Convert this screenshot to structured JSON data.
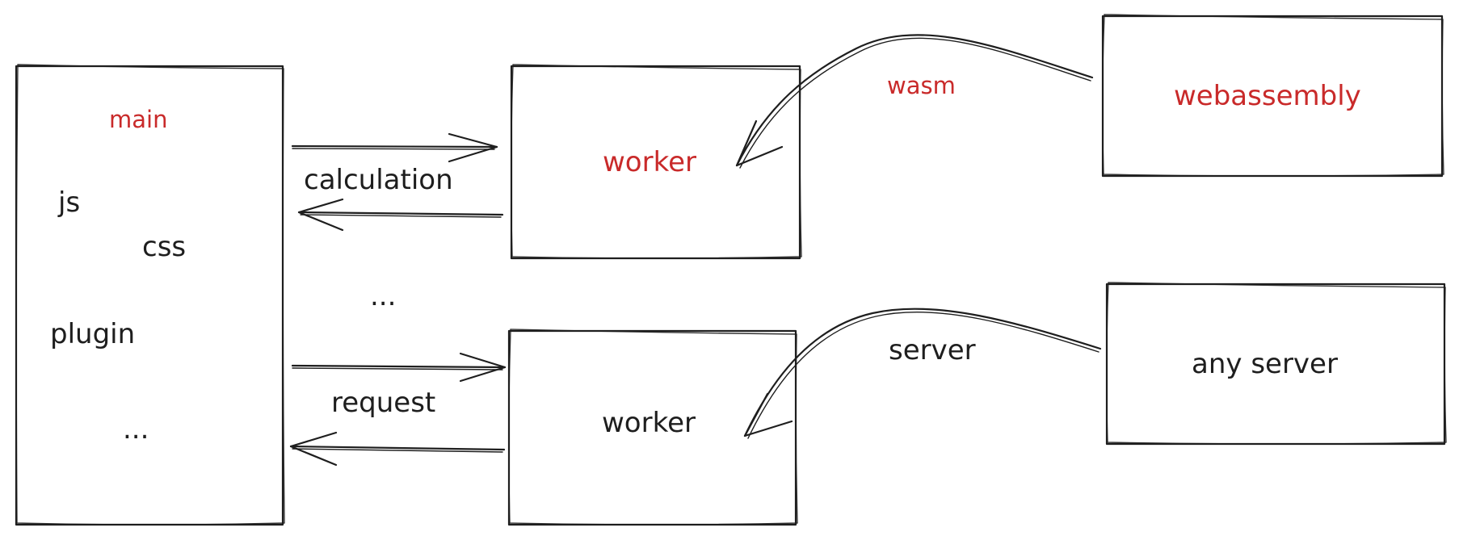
{
  "colors": {
    "stroke": "#1e1e1e",
    "accent": "#c92a2a",
    "background": "#ffffff"
  },
  "nodes": {
    "main": {
      "title": "main",
      "items": [
        "js",
        "css",
        "plugin",
        "..."
      ]
    },
    "worker_top": {
      "label": "worker"
    },
    "worker_bottom": {
      "label": "worker"
    },
    "webassembly": {
      "label": "webassembly"
    },
    "any_server": {
      "label": "any server"
    }
  },
  "edges": {
    "calculation": "calculation",
    "middle_ellipsis": "...",
    "request": "request",
    "wasm": "wasm",
    "server": "server"
  }
}
